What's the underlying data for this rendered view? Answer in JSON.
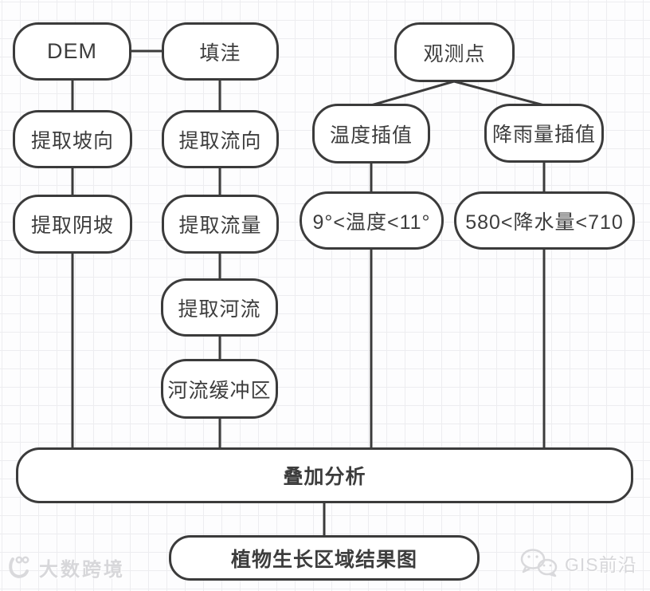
{
  "page": {
    "background_color": "#fdfdfe",
    "grid_color": "#ededf0",
    "stroke_color": "#3b3b3b",
    "node_fill": "#ffffff"
  },
  "diagram": {
    "nodes": {
      "dem": "DEM",
      "fill_sink": "填洼",
      "observation_points": "观测点",
      "extract_aspect": "提取坡向",
      "extract_flow_direction": "提取流向",
      "temperature_interpolation": "温度插值",
      "rainfall_interpolation": "降雨量插值",
      "extract_shady_slope": "提取阴坡",
      "extract_flow_accumulation": "提取流量",
      "temperature_condition": "9°<温度<11°",
      "precipitation_condition": "580<降水量<710",
      "extract_river": "提取河流",
      "river_buffer": "河流缓冲区",
      "overlay_analysis": "叠加分析",
      "result_map": "植物生长区域结果图"
    }
  },
  "watermarks": {
    "bottom_left_text": "大数跨境",
    "bottom_right_text": "GIS前沿"
  }
}
